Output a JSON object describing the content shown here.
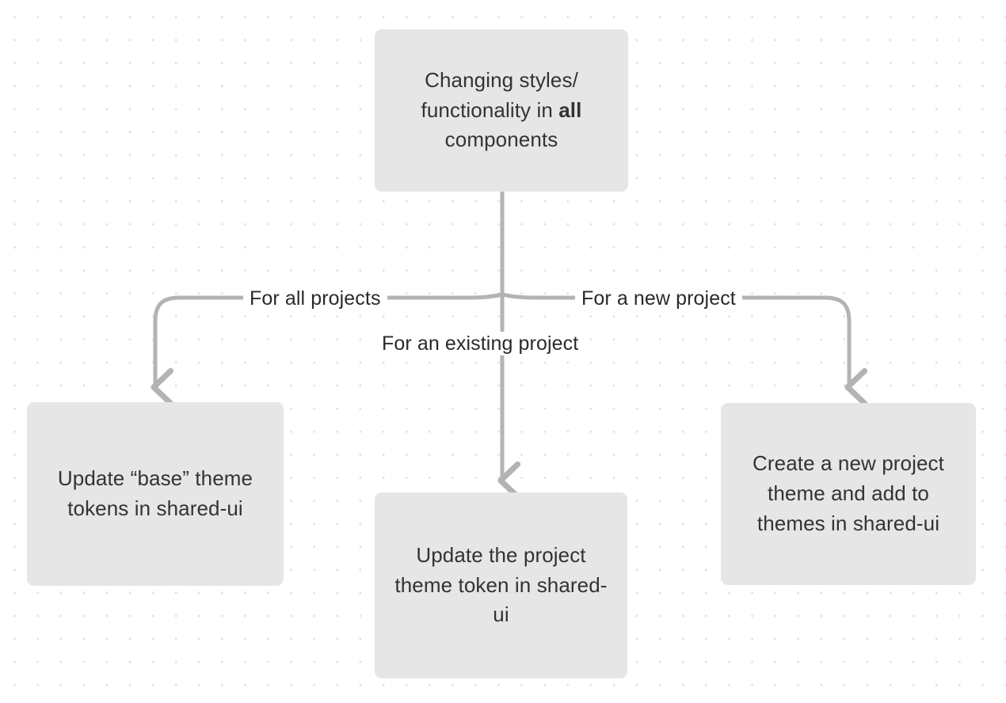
{
  "diagram": {
    "title": "Changing styles and functionality in components",
    "type": "flowchart",
    "background": "dot-grid",
    "node_fill": "#e6e6e6",
    "edge_color": "#b3b3b3",
    "text_color": "#333333"
  },
  "nodes": {
    "root": {
      "id": "root",
      "text_prefix": "Changing styles/ functionality in ",
      "text_emphasis": "all",
      "text_suffix": " components",
      "plain_text": "Changing styles/ functionality in all components"
    },
    "base": {
      "id": "base",
      "text": "Update “base” theme tokens in shared-ui"
    },
    "project": {
      "id": "project",
      "text": "Update the project theme token in shared-ui"
    },
    "new_project": {
      "id": "new_project",
      "text": "Create a new project theme and add to themes in shared-ui"
    }
  },
  "edges": [
    {
      "id": "edge-all-projects",
      "from": "root",
      "to": "base",
      "label": "For all projects"
    },
    {
      "id": "edge-existing-project",
      "from": "root",
      "to": "project",
      "label": "For an existing project"
    },
    {
      "id": "edge-new-project",
      "from": "root",
      "to": "new_project",
      "label": "For a new project"
    }
  ]
}
